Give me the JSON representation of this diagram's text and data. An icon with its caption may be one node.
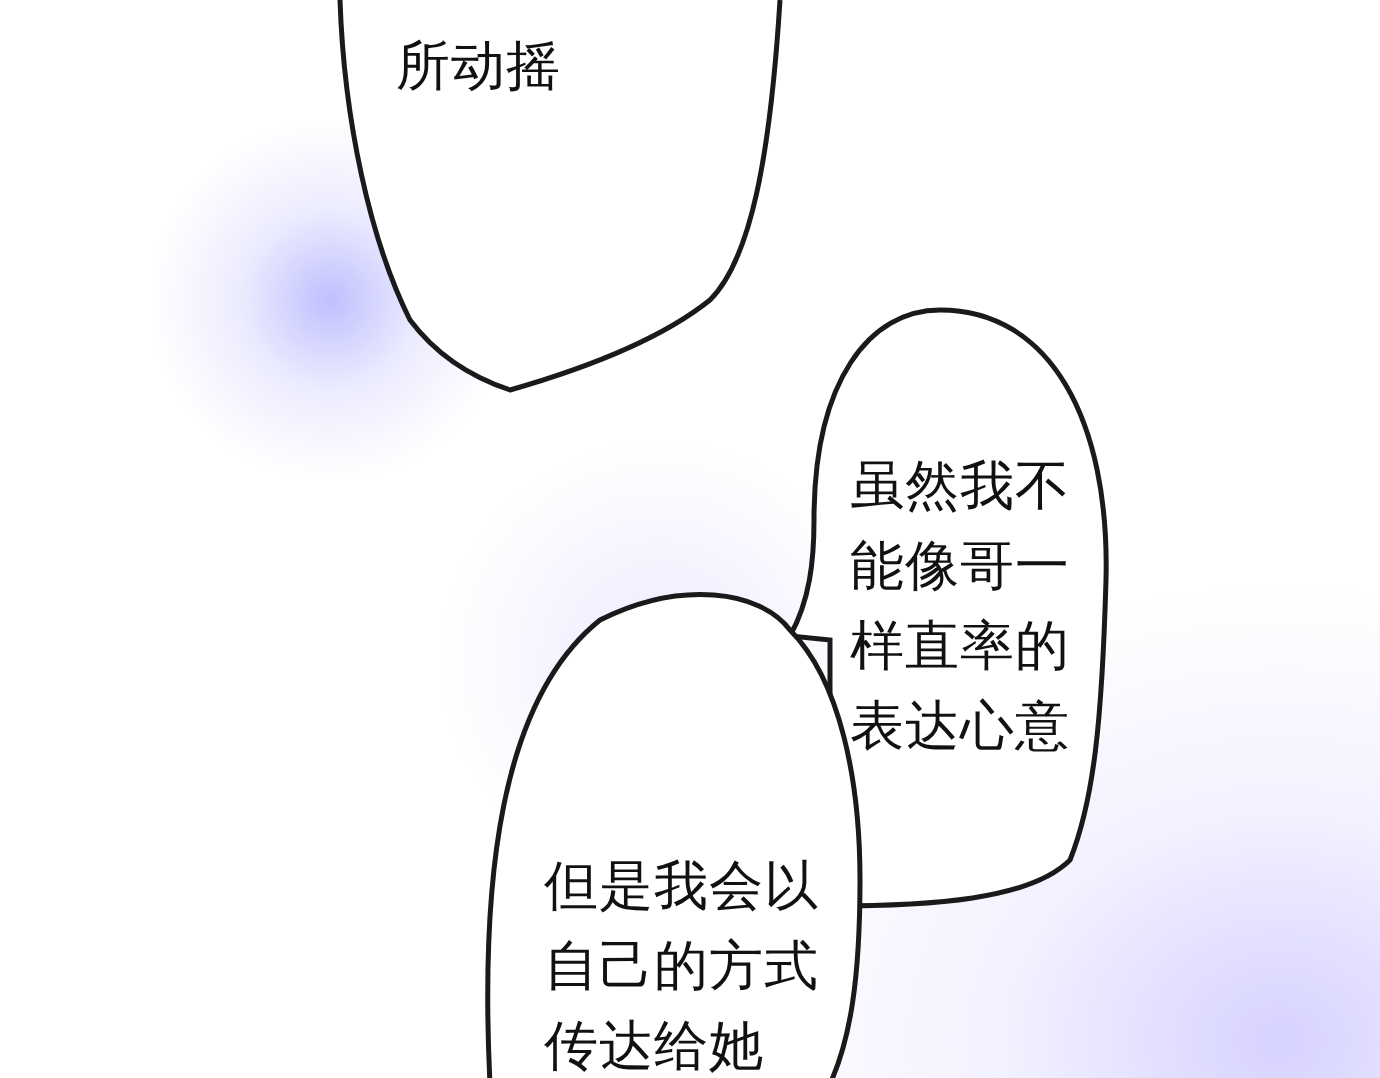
{
  "diagram": {
    "nodes": [
      {
        "text": [
          "所动摇"
        ]
      },
      {
        "text": [
          "虽然我不能像哥一样直率的表达心意"
        ]
      },
      {
        "text": [
          "但是我会以自己的方式传达给她"
        ]
      }
    ]
  }
}
